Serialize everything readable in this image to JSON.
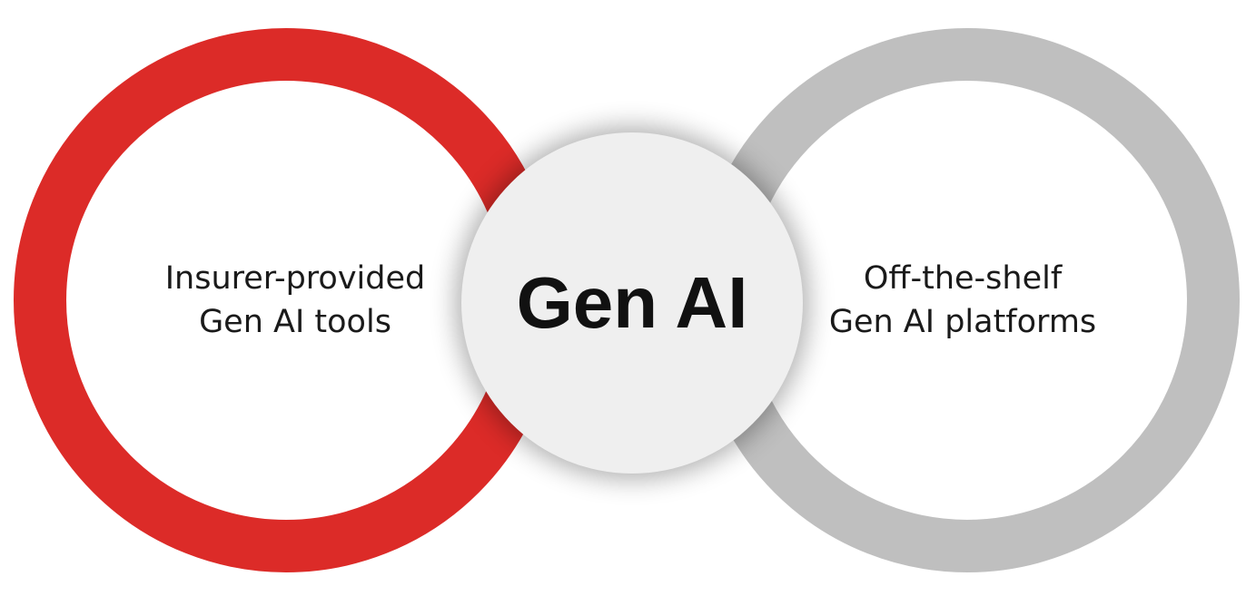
{
  "diagram": {
    "center": {
      "label": "Gen AI"
    },
    "left": {
      "line1": "Insurer-provided",
      "line2": "Gen AI tools",
      "ring_color": "#dc2b28"
    },
    "right": {
      "line1": "Off-the-shelf",
      "line2": "Gen AI platforms",
      "ring_color": "#bfbfbf"
    },
    "center_fill": "#efefef"
  }
}
